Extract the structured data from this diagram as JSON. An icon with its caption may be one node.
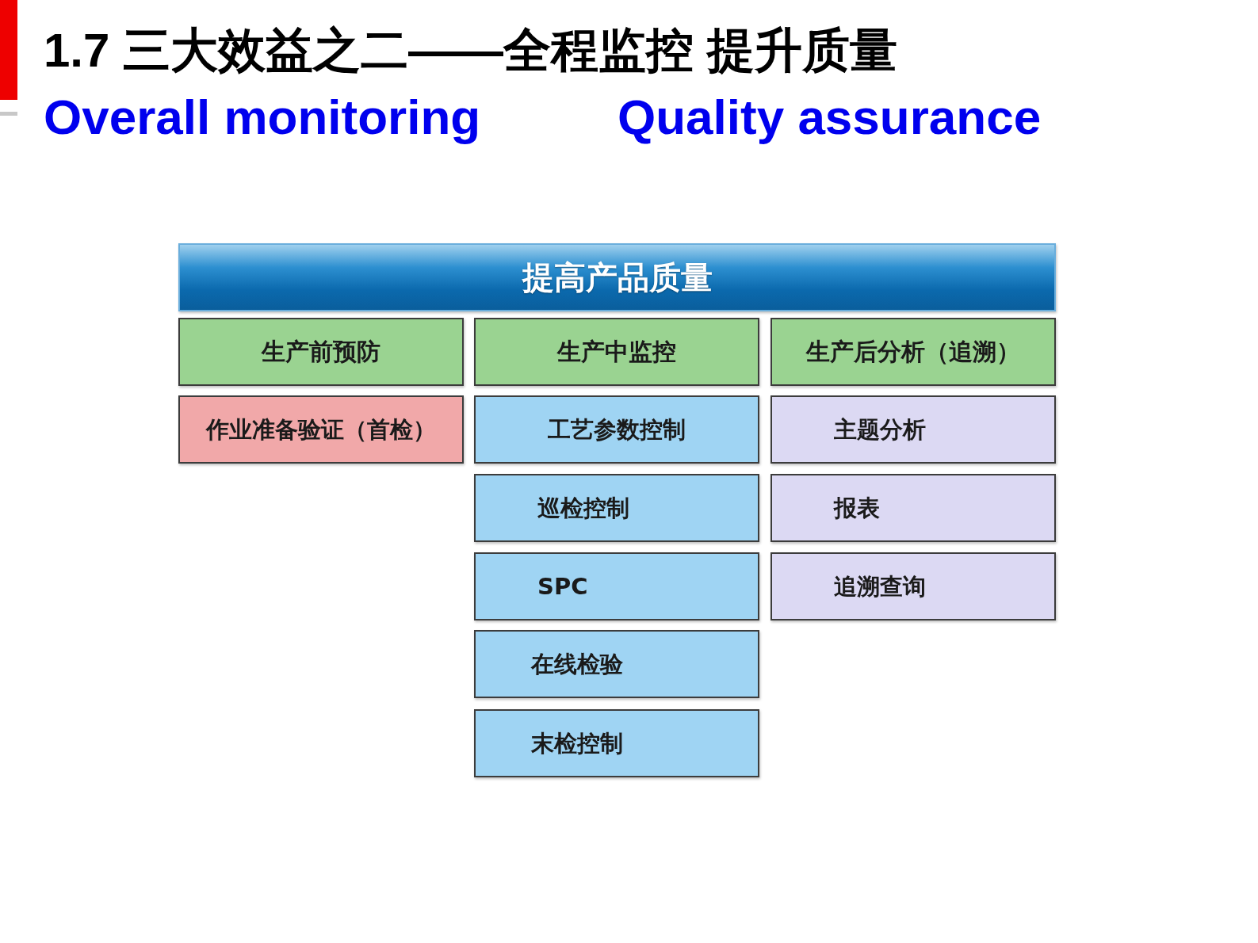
{
  "diagram": {
    "title": "1.7 三大效益之二——全程监控 提升质量",
    "nodes": [
      {
        "text": [
          "提高产品质量"
        ]
      },
      {
        "text": [
          "生产前预防"
        ]
      },
      {
        "text": [
          "生产中监控"
        ]
      },
      {
        "text": [
          "生产后分析（追溯）"
        ]
      },
      {
        "text": [
          "作业准备验证（首检）"
        ]
      },
      {
        "text": [
          "工艺参数控制"
        ]
      },
      {
        "text": [
          "主题分析"
        ]
      },
      {
        "text": [
          "巡检控制"
        ]
      },
      {
        "text": [
          "报表"
        ]
      },
      {
        "text": [
          "SPC"
        ]
      },
      {
        "text": [
          "追溯查询"
        ]
      },
      {
        "text": [
          "在线检验"
        ]
      },
      {
        "text": [
          "末检控制"
        ]
      }
    ],
    "labels": [
      "Overall monitoring",
      "Quality assurance"
    ]
  }
}
